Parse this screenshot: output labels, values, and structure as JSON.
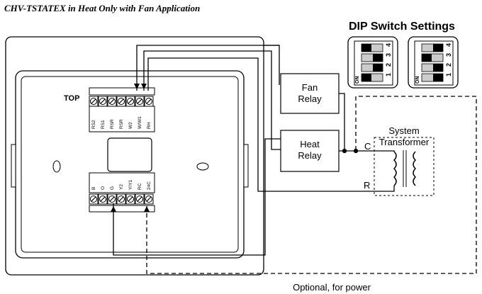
{
  "title": "CHV-TSTATEX in Heat Only with Fan Application",
  "dip": {
    "heading": "DIP Switch Settings",
    "on_label": "ON",
    "numbers": [
      "4",
      "3",
      "2",
      "1"
    ]
  },
  "thermostat": {
    "top_label": "TOP",
    "upper_terminals": [
      "RS2",
      "RS1",
      "RSR",
      "RSR",
      "W2",
      "W/W1",
      "RH"
    ],
    "lower_terminals": [
      "B",
      "O",
      "G",
      "Y2",
      "Y/Y1",
      "RC",
      "24C"
    ]
  },
  "fan_relay": {
    "line1": "Fan",
    "line2": "Relay"
  },
  "heat_relay": {
    "line1": "Heat",
    "line2": "Relay"
  },
  "transformer": {
    "line1": "System",
    "line2": "Transformer"
  },
  "terminal_c": "C",
  "terminal_r": "R",
  "optional_note": "Optional, for power"
}
